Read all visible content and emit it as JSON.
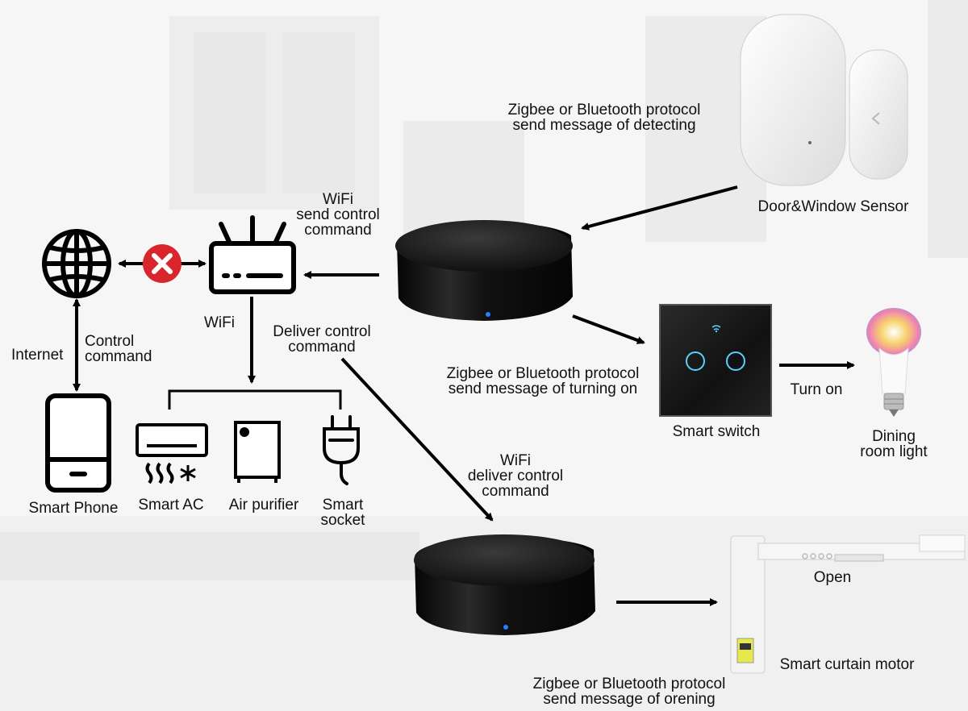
{
  "colors": {
    "ink": "#000000",
    "error_red": "#d8262c",
    "hub_black": "#141414",
    "led_blue": "#2a7bff",
    "switch_glow": "#5ad0ff",
    "curtain_screen": "#e6e84c"
  },
  "labels": {
    "sensor_protocol": [
      "Zigbee or Bluetooth protocol",
      "send message of detecting"
    ],
    "door_sensor": "Door&Window Sensor",
    "wifi_send": [
      "WiFi",
      "send control",
      "command"
    ],
    "wifi": "WiFi",
    "internet": "Internet",
    "control_command": [
      "Control",
      "command"
    ],
    "deliver": [
      "Deliver control",
      "command"
    ],
    "switch_protocol": [
      "Zigbee or Bluetooth protocol",
      "send message of turning on"
    ],
    "smart_switch": "Smart switch",
    "turn_on": "Turn on",
    "dining_light": [
      "Dining",
      "room light"
    ],
    "smart_phone": "Smart Phone",
    "smart_ac": "Smart AC",
    "air_purifier": "Air purifier",
    "smart_socket": [
      "Smart",
      "socket"
    ],
    "wifi_deliver": [
      "WiFi",
      "deliver control",
      "command"
    ],
    "open": "Open",
    "curtain_motor": "Smart curtain motor",
    "curtain_protocol": [
      "Zigbee or Bluetooth protocol",
      "send message of orening"
    ]
  },
  "icons": {
    "globe": "globe-icon",
    "blocked": "blocked-x-icon",
    "router": "wifi-router-icon",
    "phone": "smartphone-icon",
    "ac": "air-conditioner-icon",
    "purifier": "air-purifier-icon",
    "socket": "plug-icon",
    "hub": "zigbee-hub",
    "sensor": "door-window-sensor",
    "switch": "touch-switch",
    "bulb": "rgb-bulb",
    "curtain": "curtain-motor"
  }
}
